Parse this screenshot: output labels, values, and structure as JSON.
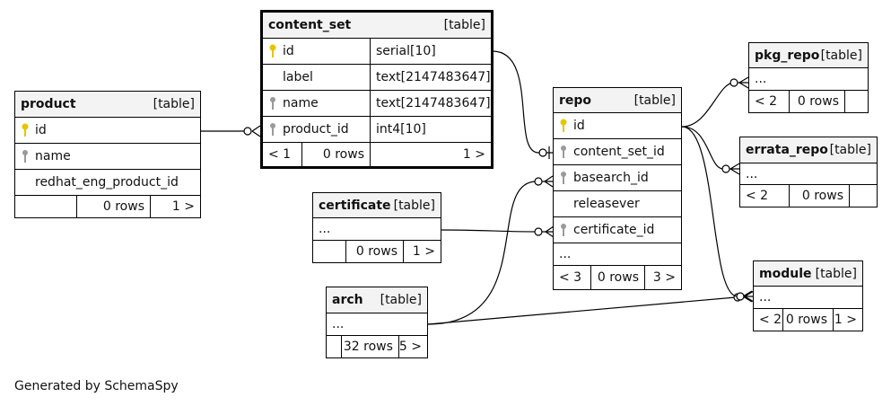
{
  "footer": "Generated by SchemaSpy",
  "colors": {
    "primary_key": "#e8c400",
    "foreign_key": "#9a9a9a",
    "header_bg": "#f3f3f3",
    "line": "#000000"
  },
  "tables": {
    "product": {
      "name": "product",
      "type": "[table]",
      "columns": [
        {
          "name": "id",
          "key": "pk-icon",
          "dtype": ""
        },
        {
          "name": "name",
          "key": "fk-icon",
          "dtype": ""
        },
        {
          "name": "redhat_eng_product_id",
          "key": "",
          "dtype": ""
        }
      ],
      "footer": {
        "left": "",
        "mid": "0 rows",
        "right": "1 >"
      }
    },
    "content_set": {
      "name": "content_set",
      "type": "[table]",
      "columns": [
        {
          "name": "id",
          "key": "pk-icon",
          "dtype": "serial[10]"
        },
        {
          "name": "label",
          "key": "",
          "dtype": "text[2147483647]"
        },
        {
          "name": "name",
          "key": "fk-icon",
          "dtype": "text[2147483647]"
        },
        {
          "name": "product_id",
          "key": "fk-icon",
          "dtype": "int4[10]"
        }
      ],
      "footer": {
        "left": "< 1",
        "mid": "0 rows",
        "right": "1 >"
      }
    },
    "repo": {
      "name": "repo",
      "type": "[table]",
      "columns": [
        {
          "name": "id",
          "key": "pk-icon"
        },
        {
          "name": "content_set_id",
          "key": "fk-icon"
        },
        {
          "name": "basearch_id",
          "key": "fk-icon"
        },
        {
          "name": "releasever",
          "key": ""
        },
        {
          "name": "certificate_id",
          "key": "fk-icon"
        },
        {
          "name": "...",
          "key": ""
        }
      ],
      "footer": {
        "left": "< 3",
        "mid": "0 rows",
        "right": "3 >"
      }
    },
    "certificate": {
      "name": "certificate",
      "type": "[table]",
      "columns": [
        {
          "name": "..."
        }
      ],
      "footer": {
        "left": "",
        "mid": "0 rows",
        "right": "1 >"
      }
    },
    "arch": {
      "name": "arch",
      "type": "[table]",
      "columns": [
        {
          "name": "..."
        }
      ],
      "footer": {
        "left": "",
        "mid": "32 rows",
        "right": "5 >"
      }
    },
    "pkg_repo": {
      "name": "pkg_repo",
      "type": "[table]",
      "columns": [
        {
          "name": "..."
        }
      ],
      "footer": {
        "left": "< 2",
        "mid": "0 rows",
        "right": ""
      }
    },
    "errata_repo": {
      "name": "errata_repo",
      "type": "[table]",
      "columns": [
        {
          "name": "..."
        }
      ],
      "footer": {
        "left": "< 2",
        "mid": "0 rows",
        "right": ""
      }
    },
    "module": {
      "name": "module",
      "type": "[table]",
      "columns": [
        {
          "name": "..."
        }
      ],
      "footer": {
        "left": "< 2",
        "mid": "0 rows",
        "right": "1 >"
      }
    }
  }
}
